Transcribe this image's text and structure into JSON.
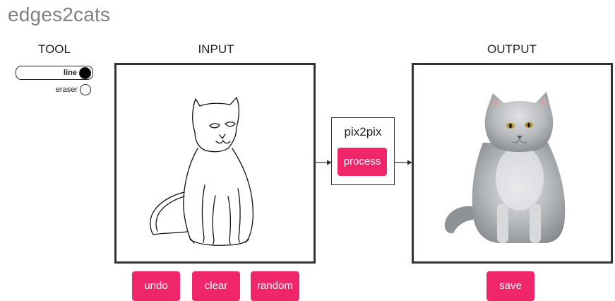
{
  "app": {
    "title": "edges2cats"
  },
  "headings": {
    "tool": "TOOL",
    "input": "INPUT",
    "output": "OUTPUT"
  },
  "tools": {
    "line": {
      "label": "line",
      "selected": true
    },
    "eraser": {
      "label": "eraser",
      "selected": false
    }
  },
  "model": {
    "name": "pix2pix",
    "process_label": "process"
  },
  "input_actions": {
    "undo_label": "undo",
    "clear_label": "clear",
    "random_label": "random"
  },
  "output_actions": {
    "save_label": "save"
  },
  "colors": {
    "accent": "#f0266b",
    "title": "#808080",
    "border": "#333333",
    "cat_fur": "#b9bcbf"
  }
}
